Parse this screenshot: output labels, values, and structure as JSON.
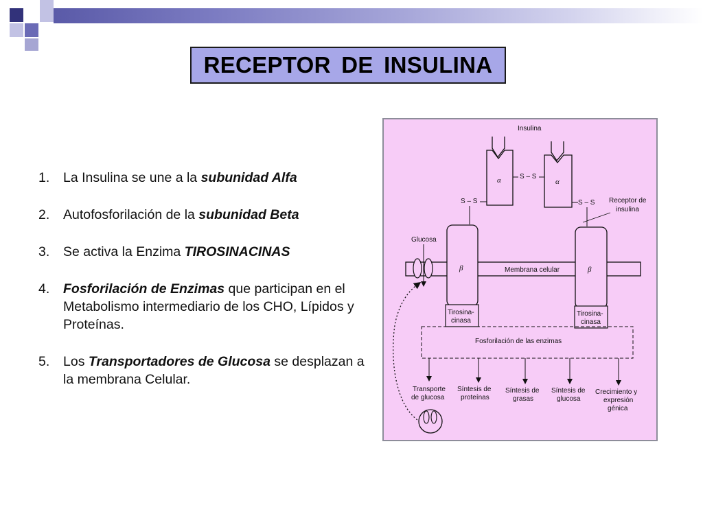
{
  "slide": {
    "title": "RECEPTOR  DE  INSULINA",
    "items": [
      {
        "num": "1.",
        "parts": [
          {
            "t": "La Insulina se une a la ",
            "s": "n"
          },
          {
            "t": "subunidad Alfa",
            "s": "bi"
          }
        ]
      },
      {
        "num": "2.",
        "parts": [
          {
            "t": "Autofosforilación de la ",
            "s": "n"
          },
          {
            "t": "subunidad Beta",
            "s": "bi"
          }
        ]
      },
      {
        "num": "3.",
        "parts": [
          {
            "t": "Se activa la Enzima ",
            "s": "n"
          },
          {
            "t": "TIROSINACINAS",
            "s": "bi"
          }
        ]
      },
      {
        "num": "4.",
        "parts": [
          {
            "t": "Fosforilación de Enzimas",
            "s": "bi"
          },
          {
            "t": " que participan en el Metabolismo intermediario de los CHO, Lípidos y Proteínas.",
            "s": "n"
          }
        ]
      },
      {
        "num": "5.",
        "parts": [
          {
            "t": "Los ",
            "s": "n"
          },
          {
            "t": "Transportadores de Glucosa",
            "s": "bi"
          },
          {
            "t": " se desplazan a la membrana Celular.",
            "s": "n"
          }
        ]
      }
    ]
  },
  "diagram": {
    "insulin_label": "Insulina",
    "alpha_symbol": "α",
    "beta_symbol": "β",
    "disulfide": "S – S",
    "receptor_label_1": "Receptor de",
    "receptor_label_2": "insulina",
    "glucose_label": "Glucosa",
    "membrane_label": "Membrana celular",
    "kinase_line1": "Tirosina-",
    "kinase_line2": "cinasa",
    "phosphorylation_label": "Fosforilación de las enzimas",
    "outputs": [
      {
        "l1": "Transporte",
        "l2": "de glucosa",
        "l3": ""
      },
      {
        "l1": "Síntesis de",
        "l2": "proteínas",
        "l3": ""
      },
      {
        "l1": "Síntesis de",
        "l2": "grasas",
        "l3": ""
      },
      {
        "l1": "Síntesis de",
        "l2": "glucosa",
        "l3": ""
      },
      {
        "l1": "Crecimiento y",
        "l2": "expresión",
        "l3": "génica"
      }
    ]
  },
  "colors": {
    "title_bg": "#a7a7e8",
    "diagram_bg": "#f7ccf7",
    "corner_dark": "#32327a",
    "corner_mid": "#6b6bb6",
    "corner_light": "#c2c2e4"
  }
}
